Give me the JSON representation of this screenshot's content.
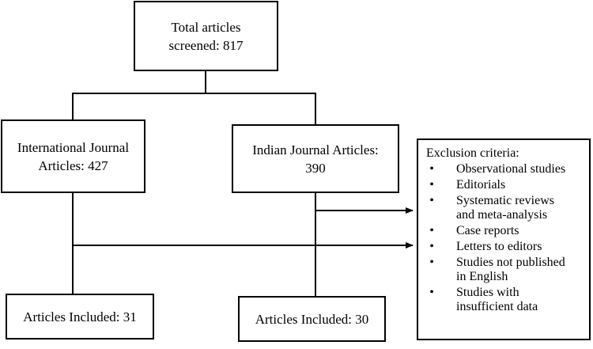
{
  "nodes": {
    "total": {
      "line1": "Total articles",
      "line2": "screened: 817"
    },
    "international": {
      "line1": "International Journal",
      "line2": "Articles: 427"
    },
    "indian": {
      "line1": "Indian Journal Articles:",
      "line2": "390"
    },
    "intl_included": {
      "text": "Articles Included: 31"
    },
    "indian_included": {
      "text": "Articles Included: 30"
    },
    "exclusion": {
      "title": "Exclusion criteria:",
      "bullet": "•",
      "items": [
        [
          "Observational studies"
        ],
        [
          "Editorials"
        ],
        [
          "Systematic reviews",
          "and meta-analysis"
        ],
        [
          "Case reports"
        ],
        [
          "Letters to editors"
        ],
        [
          "Studies not published",
          "in English"
        ],
        [
          "Studies with",
          "insufficient data"
        ]
      ]
    }
  }
}
